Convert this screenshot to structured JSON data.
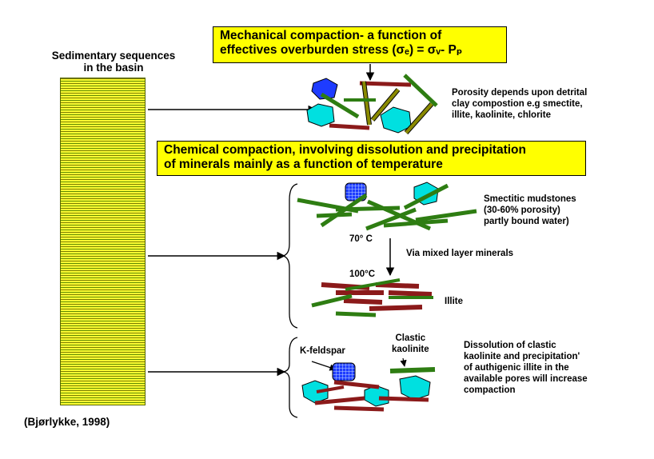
{
  "header": {
    "sequence_title_line1": "Sedimentary sequences",
    "sequence_title_line2": "in the basin"
  },
  "mechanical_box": {
    "line1": "Mechanical compaction- a function of",
    "line2": "effectives overburden stress (σₑ) = σᵥ- Pₚ"
  },
  "chemical_box": {
    "line1": "Chemical compaction, involving dissolution and precipitation",
    "line2": "of minerals mainly as a function of temperature"
  },
  "notes": {
    "porosity_1": "Porosity depends upon detrital",
    "porosity_2": "clay compostion e.g smectite,",
    "porosity_3": "illite, kaolinite, chlorite",
    "smectitic_1": "Smectitic mudstones",
    "smectitic_2": "(30-60% porosity)",
    "smectitic_3": "partly bound water)",
    "via_mixed": "Via mixed layer minerals",
    "temp_70": "70° C",
    "temp_100": "100°C",
    "illite": "Illite",
    "k_feldspar": "K-feldspar",
    "clastic_1": "Clastic",
    "clastic_2": "kaolinite",
    "dissolution_1": "Dissolution of clastic",
    "dissolution_2": "kaolinite and precipitation'",
    "dissolution_3": "of authigenic illite in the",
    "dissolution_4": "available pores will increase",
    "dissolution_5": "compaction"
  },
  "citation": "(Bjørlykke, 1998)",
  "colors": {
    "box_fill": "#ffff00",
    "cyan_grain": "#00e0e0",
    "blue_grain": "#1e3cff",
    "clay_green": "#2e7d12",
    "clay_red": "#8b1a1a",
    "clay_olive": "#8a8a00"
  }
}
